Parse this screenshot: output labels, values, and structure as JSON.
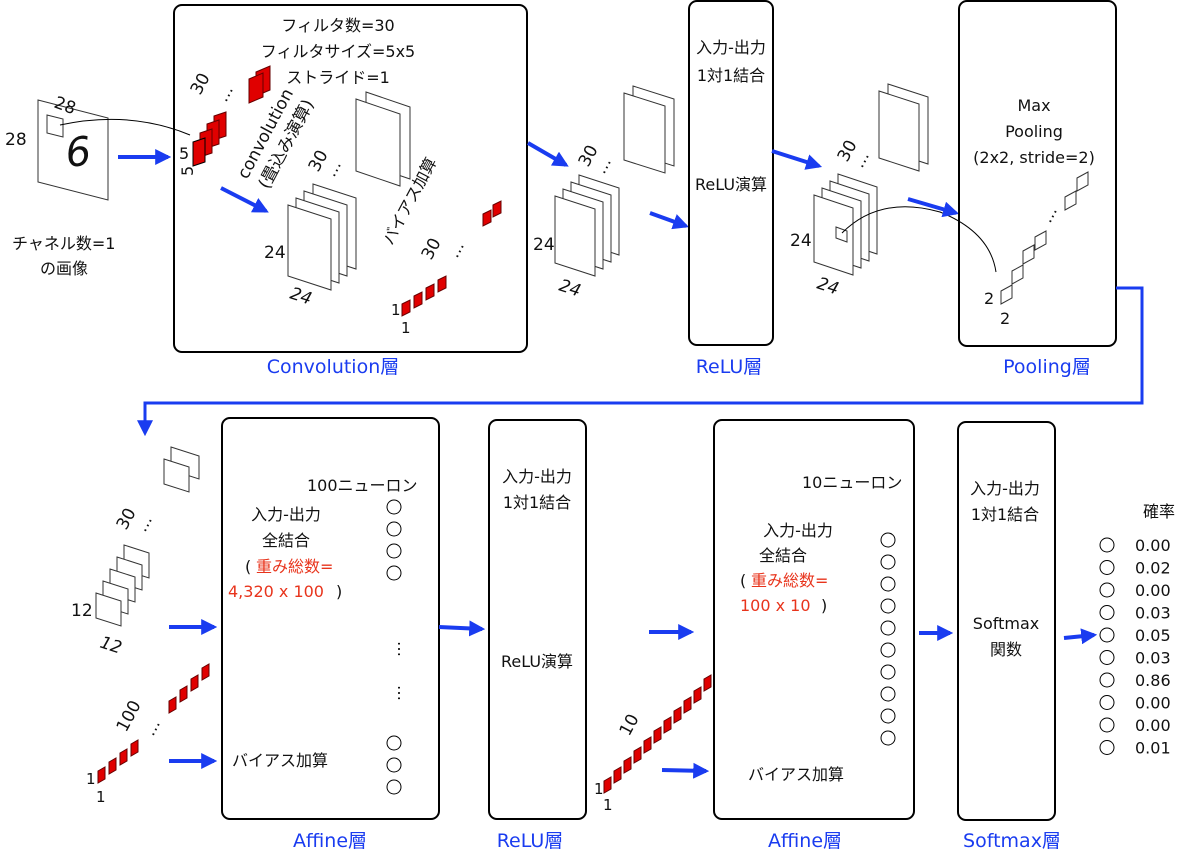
{
  "colors": {
    "arrow": "#1a3cf0",
    "label_blue": "#1a3cf0",
    "filter_red": "#e00000",
    "text_red": "#e8341c"
  },
  "input": {
    "width_label": "28",
    "height_label": "28",
    "digit": "6",
    "caption_1": "チャネル数=1",
    "caption_2": "の画像"
  },
  "conv": {
    "params": [
      "フィルタ数=30",
      "フィルタサイズ=5x5",
      "ストライド=1"
    ],
    "filter_count": "30",
    "ellipsis": "…",
    "kernel_h": "5",
    "kernel_w": "5",
    "op_1": "convolution",
    "op_2": "(畳込み演算)",
    "out_count": "30",
    "out_h": "24",
    "out_w": "24",
    "bias_label": "バイアス加算",
    "bias_count": "30",
    "bias_h": "1",
    "bias_w": "1",
    "layer_label": "Convolution層"
  },
  "relu1": {
    "text_1": "入力-出力",
    "text_2": "1対1結合",
    "op": "ReLU演算",
    "in_count": "30",
    "in_h": "24",
    "in_w": "24",
    "layer_label": "ReLU層"
  },
  "pool": {
    "title_1": "Max",
    "title_2": "Pooling",
    "title_3": "(2x2, stride=2)",
    "in_count": "30",
    "in_h": "24",
    "in_w": "24",
    "win_h": "2",
    "win_w": "2",
    "layer_label": "Pooling層"
  },
  "affine1": {
    "in_count": "30",
    "in_h": "12",
    "in_w": "12",
    "neurons": "100ニューロン",
    "text_1": "入力-出力",
    "text_2": "全結合",
    "paren_open": "(",
    "weights_1": "重み総数=",
    "weights_2": "4,320 x 100",
    "paren_close": ")",
    "bias_label": "バイアス加算",
    "bias_count": "100",
    "bias_h": "1",
    "bias_w": "1",
    "layer_label": "Affine層"
  },
  "relu2": {
    "text_1": "入力-出力",
    "text_2": "1対1結合",
    "op": "ReLU演算",
    "layer_label": "ReLU層"
  },
  "affine2": {
    "neurons": "10ニューロン",
    "text_1": "入力-出力",
    "text_2": "全結合",
    "paren_open": "(",
    "weights_1": "重み総数=",
    "weights_2": "100 x 10",
    "paren_close": ")",
    "bias_label": "バイアス加算",
    "bias_count": "10",
    "bias_h": "1",
    "bias_w": "1",
    "layer_label": "Affine層"
  },
  "softmax": {
    "text_1": "入力-出力",
    "text_2": "1対1結合",
    "op_1": "Softmax",
    "op_2": "関数",
    "layer_label": "Softmax層"
  },
  "output": {
    "title": "確率",
    "probabilities": [
      "0.00",
      "0.02",
      "0.00",
      "0.03",
      "0.05",
      "0.03",
      "0.86",
      "0.00",
      "0.00",
      "0.01"
    ]
  }
}
